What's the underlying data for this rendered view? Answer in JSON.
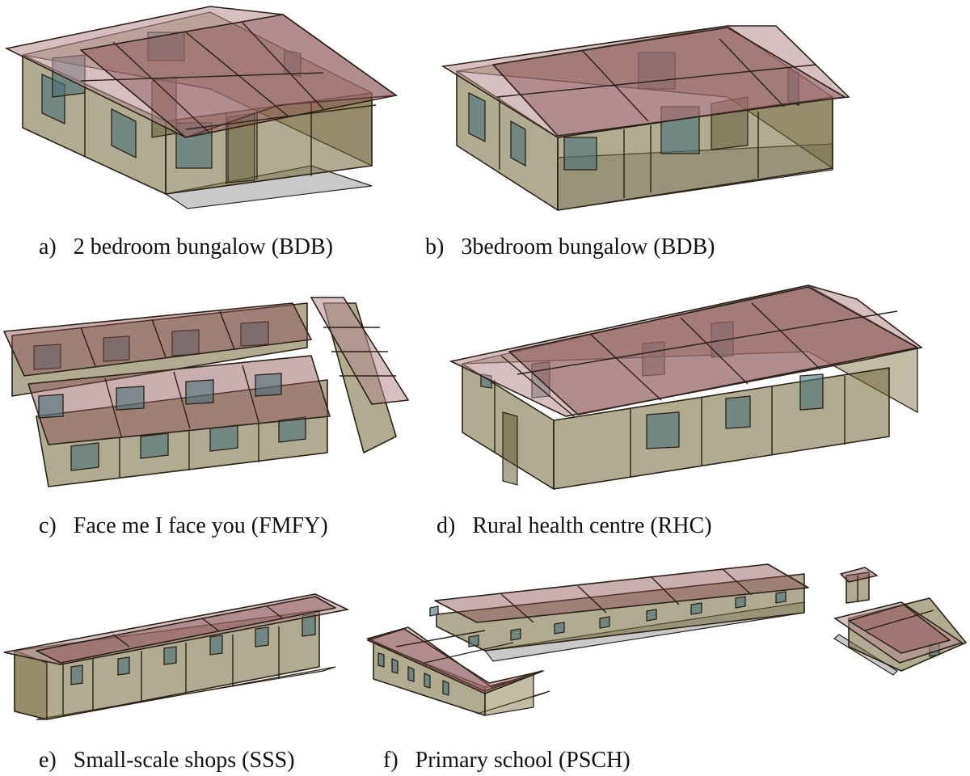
{
  "figure": {
    "panels": [
      {
        "id": "a",
        "label": "a)",
        "title": "2 bedroom bungalow (BDB)"
      },
      {
        "id": "b",
        "label": "b)",
        "title": "3bedroom bungalow (BDB)"
      },
      {
        "id": "c",
        "label": "c)",
        "title": "Face me I face you (FMFY)"
      },
      {
        "id": "d",
        "label": "d)",
        "title": "Rural health centre (RHC)"
      },
      {
        "id": "e",
        "label": "e)",
        "title": "Small-scale shops (SSS)"
      },
      {
        "id": "f",
        "label": "f)",
        "title": "Primary school (PSCH)"
      }
    ],
    "colors": {
      "wall": "#6f6636",
      "roof": "#8a4d52",
      "roof_light": "#b48a8e",
      "window": "#4a6f78",
      "floor": "#c9c9c9",
      "edge": "#2a2218"
    }
  }
}
